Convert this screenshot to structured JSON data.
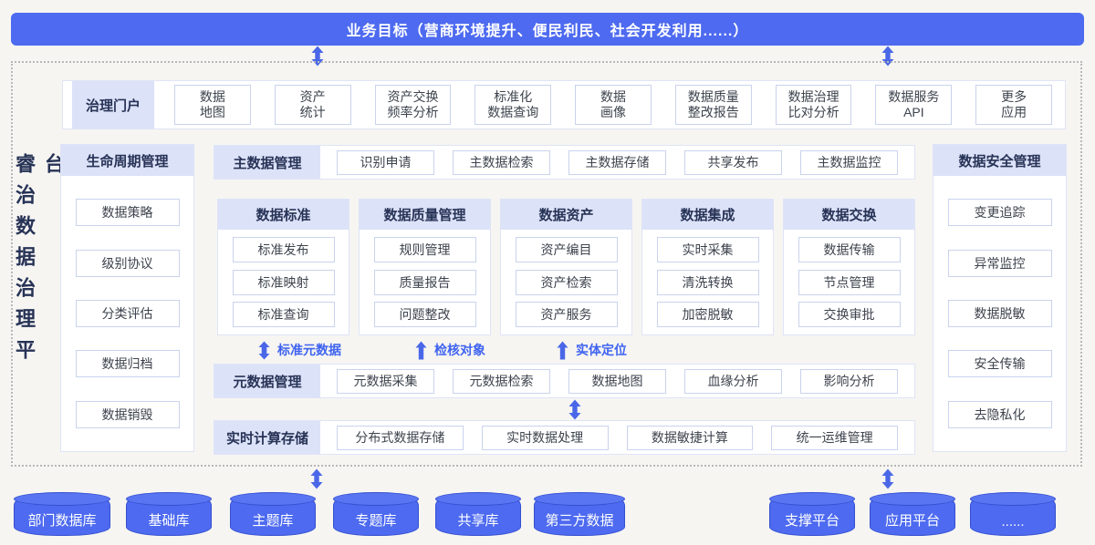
{
  "colors": {
    "primary_blue": "#4d6af0",
    "header_bg": "#dce2f8",
    "navy_text": "#273356",
    "arrow_blue": "#4a67e8",
    "flow_label_blue": "#3f63f0"
  },
  "banner": {
    "title": "业务目标（营商环境提升、便民利民、社会开发利用......）"
  },
  "platform": {
    "vertical_title": "睿治数据治理平台"
  },
  "portal": {
    "label": "治理门户",
    "items": [
      "数据\n地图",
      "资产\n统计",
      "资产交换\n频率分析",
      "标准化\n数据查询",
      "数据\n画像",
      "数据质量\n整改报告",
      "数据治理\n比对分析",
      "数据服务\nAPI",
      "更多\n应用"
    ]
  },
  "lifecycle": {
    "title": "生命周期管理",
    "items": [
      "数据策略",
      "级别协议",
      "分类评估",
      "数据归档",
      "数据销毁"
    ]
  },
  "security": {
    "title": "数据安全管理",
    "items": [
      "变更追踪",
      "异常监控",
      "数据脱敏",
      "安全传输",
      "去隐私化"
    ]
  },
  "master_row": {
    "label": "主数据管理",
    "items": [
      "识别申请",
      "主数据检索",
      "主数据存储",
      "共享发布",
      "主数据监控"
    ]
  },
  "modules": [
    {
      "title": "数据标准",
      "items": [
        "标准发布",
        "标准映射",
        "标准查询"
      ]
    },
    {
      "title": "数据质量管理",
      "items": [
        "规则管理",
        "质量报告",
        "问题整改"
      ]
    },
    {
      "title": "数据资产",
      "items": [
        "资产编目",
        "资产检索",
        "资产服务"
      ]
    },
    {
      "title": "数据集成",
      "items": [
        "实时采集",
        "清洗转换",
        "加密脱敏"
      ]
    },
    {
      "title": "数据交换",
      "items": [
        "数据传输",
        "节点管理",
        "交换审批"
      ]
    }
  ],
  "flow_labels": [
    {
      "label": "标准元数据"
    },
    {
      "label": "检核对象"
    },
    {
      "label": "实体定位"
    }
  ],
  "metadata_row": {
    "label": "元数据管理",
    "items": [
      "元数据采集",
      "元数据检索",
      "数据地图",
      "血缘分析",
      "影响分析"
    ]
  },
  "realtime_row": {
    "label": "实时计算存储",
    "items": [
      "分布式数据存储",
      "实时数据处理",
      "数据敏捷计算",
      "统一运维管理"
    ]
  },
  "datasources": [
    "部门数据库",
    "基础库",
    "主题库",
    "专题库",
    "共享库",
    "第三方数据",
    "支撑平台",
    "应用平台",
    "......"
  ]
}
